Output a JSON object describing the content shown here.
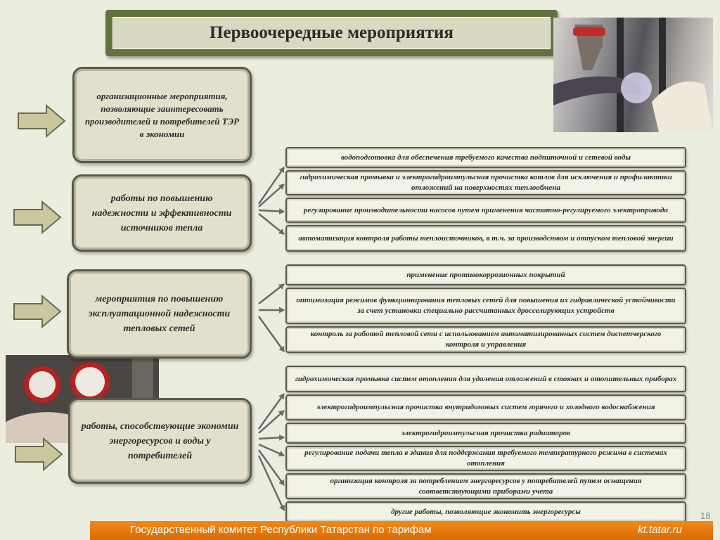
{
  "title": "Первоочередные мероприятия",
  "categories": [
    {
      "text": "организационные мероприятия, позволяющие заинтересовать производителей и потребителей ТЭР в экономии"
    },
    {
      "text": "работы по повышению надежности и эффективности источников тепла"
    },
    {
      "text": "мероприятия по повышению эксплуатационной надежности тепловых сетей"
    },
    {
      "text": "работы, способствующие экономии энергоресурсов и воды у потребителей"
    }
  ],
  "items": [
    "водоподготовка для обеспечения требуемого качества подпиточной и сетевой воды",
    "гидрохимическая промывка и электрогидроимпульсная прочистка котлов для исключения и профилактики отложений на поверхностях теплообмена",
    "регулирование производительности насосов путем применения частотно-регулируемого электропривода",
    "автоматизация контроля работы теплоисточников, в т.ч. за производством и отпуском тепловой энергии",
    "применение противокоррозионных покрытий",
    "оптимизация режимов функционирования тепловых сетей для повышения их гидравлической устойчивости за счет установки специально рассчитанных дросселирующих устройств",
    "контроль за работой тепловой сети с использованием автоматизированных систем диспетчерского контроля и управления",
    "гидрохимическая промывка систем отопления для удаления отложений в стояках и отопительных приборах",
    "электрогидроимпульсная прочистка внутридомовых систем горячего и холодного водоснабжения",
    "электрогидроимпульсная прочистка радиаторов",
    "регулирование подачи тепла в здания для поддержания требуемого температурного режима в системах отопления",
    "организация контроля за потреблением энергоресурсов у потребителей путем оснащения соответствующими приборами учета",
    "другие работы, позволяющие экономить энергоресурсы"
  ],
  "page_number": "18",
  "footer": {
    "left": "Государственный комитет Республики Татарстан по тарифам",
    "right": "kt.tatar.ru"
  },
  "colors": {
    "background": "#ebeedf",
    "title_frame": "#62713e",
    "arrow_fill": "#c9c79b",
    "footer": "#e87a10"
  }
}
